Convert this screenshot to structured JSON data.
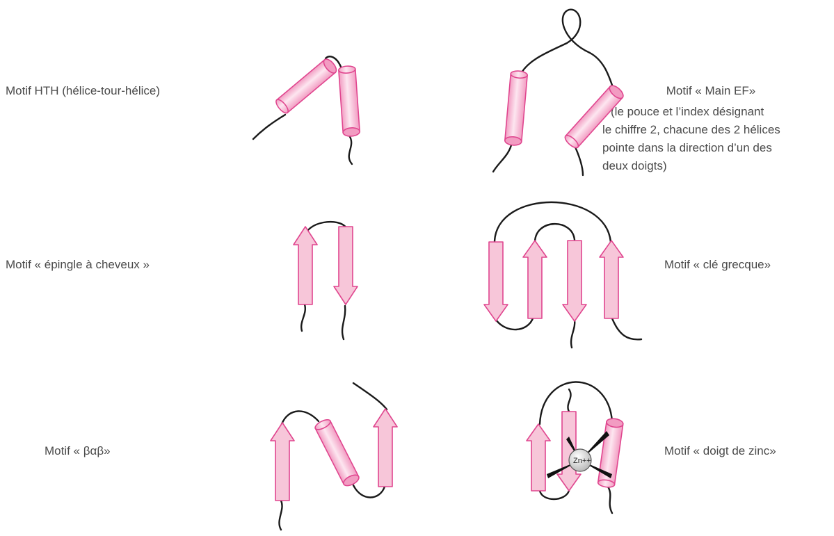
{
  "labels": {
    "hth": "Motif HTH (hélice-tour-hélice)",
    "ef_title": "Motif « Main EF»",
    "ef_line1": "(le pouce et l’index désignant",
    "ef_line2": "le chiffre 2, chacune des 2 hélices",
    "ef_line3": "pointe dans la direction d’un des",
    "ef_line4": "deux doigts)",
    "hairpin": "Motif « épingle à cheveux »",
    "greek_key": "Motif « clé grecque»",
    "bab": "Motif « βαβ»",
    "zinc_finger": "Motif « doigt de zinc»",
    "zinc_ion": "Zn++"
  },
  "colors": {
    "element_fill": "#f7c6d9",
    "element_stroke": "#e0468f",
    "loop": "#1a1a1a",
    "text": "#4a4a4a"
  }
}
